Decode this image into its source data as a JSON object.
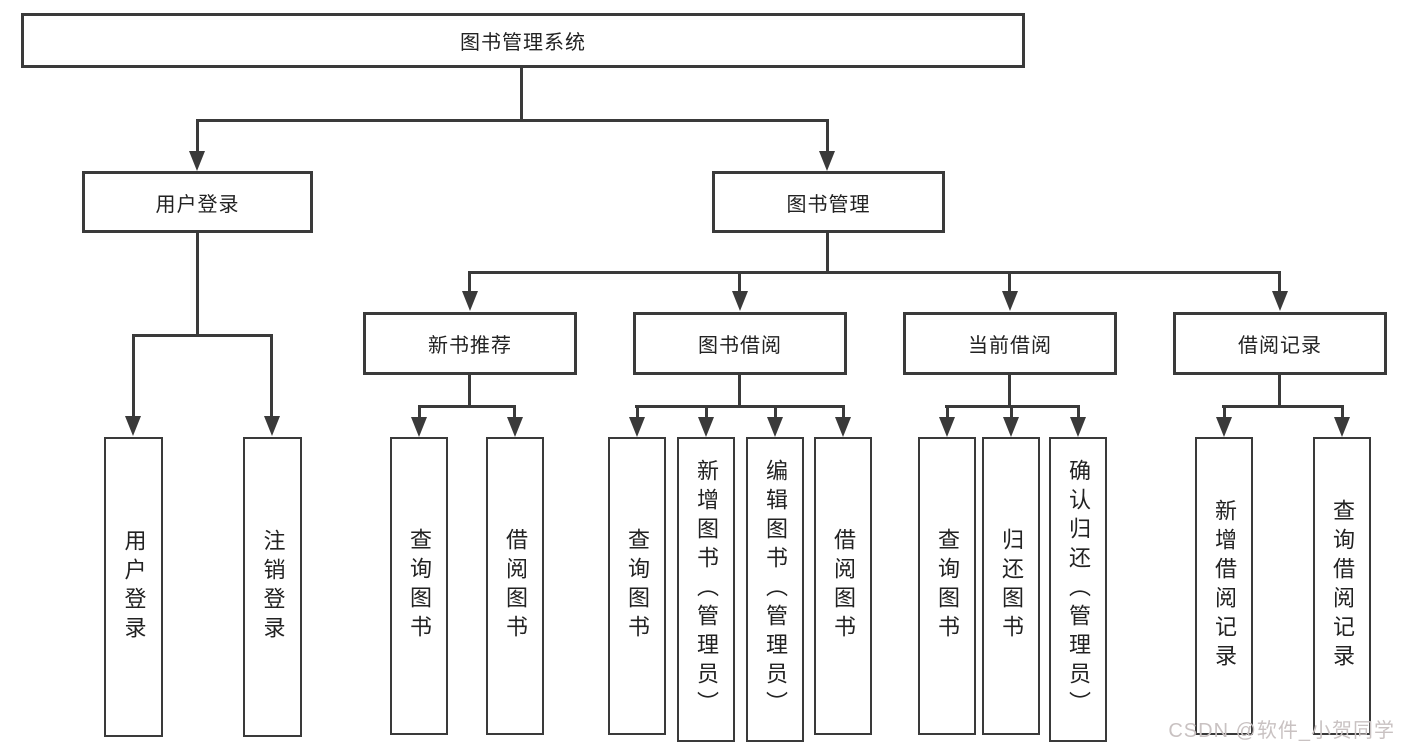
{
  "tree": {
    "root": {
      "label": "图书管理系统"
    },
    "children": [
      {
        "label": "用户登录",
        "children": [
          {
            "label": "用户登录"
          },
          {
            "label": "注销登录"
          }
        ]
      },
      {
        "label": "图书管理",
        "children": [
          {
            "label": "新书推荐",
            "children": [
              {
                "label": "查询图书"
              },
              {
                "label": "借阅图书"
              }
            ]
          },
          {
            "label": "图书借阅",
            "children": [
              {
                "label": "查询图书"
              },
              {
                "label": "新增图书（管理员）"
              },
              {
                "label": "编辑图书（管理员）"
              },
              {
                "label": "借阅图书"
              }
            ]
          },
          {
            "label": "当前借阅",
            "children": [
              {
                "label": "查询图书"
              },
              {
                "label": "归还图书"
              },
              {
                "label": "确认归还（管理员）"
              }
            ]
          },
          {
            "label": "借阅记录",
            "children": [
              {
                "label": "新增借阅记录"
              },
              {
                "label": "查询借阅记录"
              }
            ]
          }
        ]
      }
    ]
  },
  "watermark": {
    "text": "CSDN @软件_小贺同学"
  },
  "colors": {
    "line": "#3a3a3a",
    "text": "#222222",
    "watermark": "#c9c2c2",
    "background": "#ffffff"
  }
}
